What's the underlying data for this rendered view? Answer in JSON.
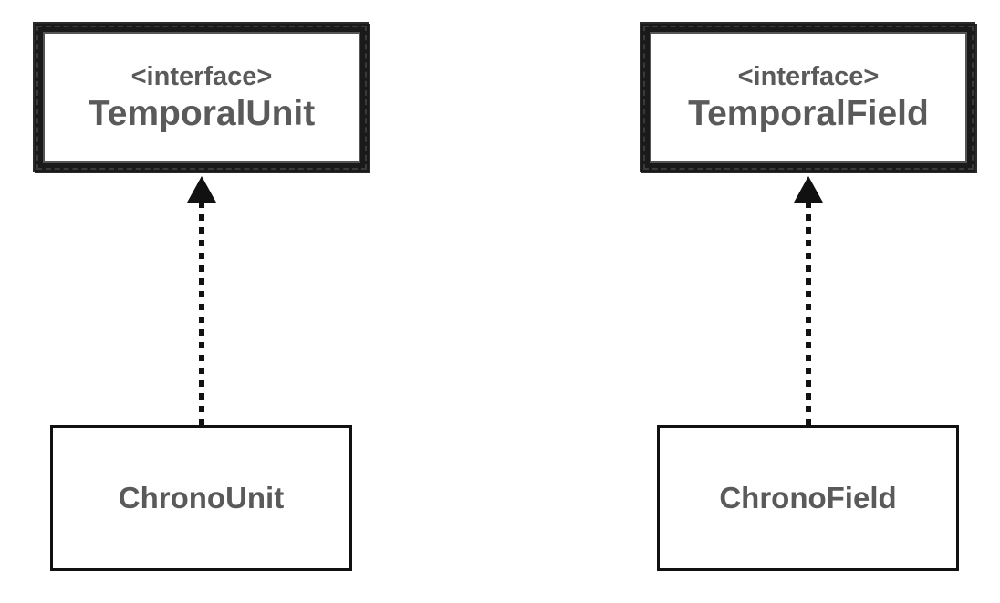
{
  "diagram": {
    "interfaces": [
      {
        "stereotype": "<interface>",
        "name": "TemporalUnit"
      },
      {
        "stereotype": "<interface>",
        "name": "TemporalField"
      }
    ],
    "classes": [
      {
        "name": "ChronoUnit"
      },
      {
        "name": "ChronoField"
      }
    ],
    "relations": [
      {
        "from": "ChronoUnit",
        "to": "TemporalUnit",
        "type": "realization"
      },
      {
        "from": "ChronoField",
        "to": "TemporalField",
        "type": "realization"
      }
    ]
  }
}
